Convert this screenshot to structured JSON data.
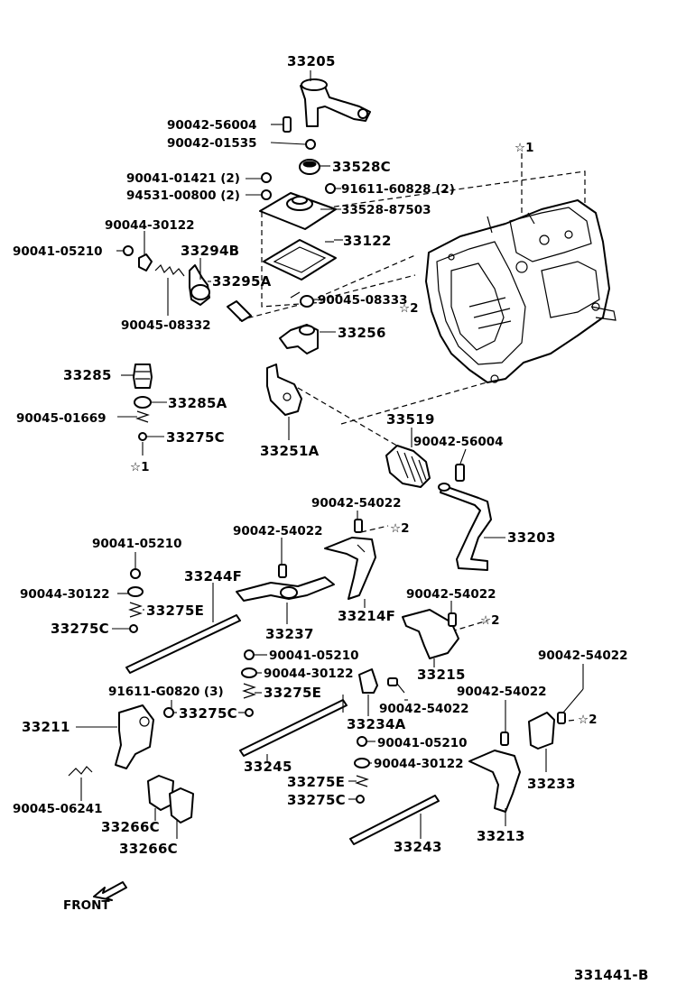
{
  "diagram": {
    "drawing_number": "331441-B",
    "front_label": "FRONT",
    "labels": {
      "p33205": "33205",
      "p90042_56004_top": "90042-56004",
      "p90042_01535": "90042-01535",
      "p33528C": "33528C",
      "p90041_01421": "90041-01421 (2)",
      "p94531_00800": "94531-00800 (2)",
      "p91611_60828": "91611-60828 (2)",
      "p33528_87503": "33528-87503",
      "p90044_30122_top": "90044-30122",
      "p90041_05210_top": "90041-05210",
      "p33294B": "33294B",
      "p33122": "33122",
      "p33295A": "33295A",
      "p90045_08333": "90045-08333",
      "p90045_08332": "90045-08332",
      "p33256": "33256",
      "p33285": "33285",
      "p33285A": "33285A",
      "p90045_01669": "90045-01669",
      "p33275C_a": "33275C",
      "p33251A": "33251A",
      "p33519": "33519",
      "p90042_56004_mid": "90042-56004",
      "p90042_54022_a": "90042-54022",
      "p90042_54022_b": "90042-54022",
      "p33203": "33203",
      "p90041_05210_mid": "90041-05210",
      "p33244F": "33244F",
      "p90044_30122_mid": "90044-30122",
      "p33275E_a": "33275E",
      "p33275C_b": "33275C",
      "p33237": "33237",
      "p33214F": "33214F",
      "p90042_54022_c": "90042-54022",
      "p33215": "33215",
      "p90042_54022_d": "90042-54022",
      "p90041_05210_c": "90041-05210",
      "p90044_30122_c": "90044-30122",
      "p33275E_b": "33275E",
      "p91611_G0820": "91611-G0820 (3)",
      "p33275C_c": "33275C",
      "p90042_54022_e": "90042-54022",
      "p90042_54022_f": "90042-54022",
      "p33234A": "33234A",
      "p33211": "33211",
      "p90041_05210_d": "90041-05210",
      "p33233": "33233",
      "p33245": "33245",
      "p90044_30122_d": "90044-30122",
      "p33275E_c": "33275E",
      "p33275C_d": "33275C",
      "p90045_06241": "90045-06241",
      "p33266C_a": "33266C",
      "p33266C_b": "33266C",
      "p33243": "33243",
      "p33213": "33213"
    },
    "refs": {
      "star1_top": "☆1",
      "star1_bottom": "☆1",
      "star2_case": "☆2",
      "star2_a": "☆2",
      "star2_b": "☆2",
      "star2_c": "☆2"
    }
  }
}
